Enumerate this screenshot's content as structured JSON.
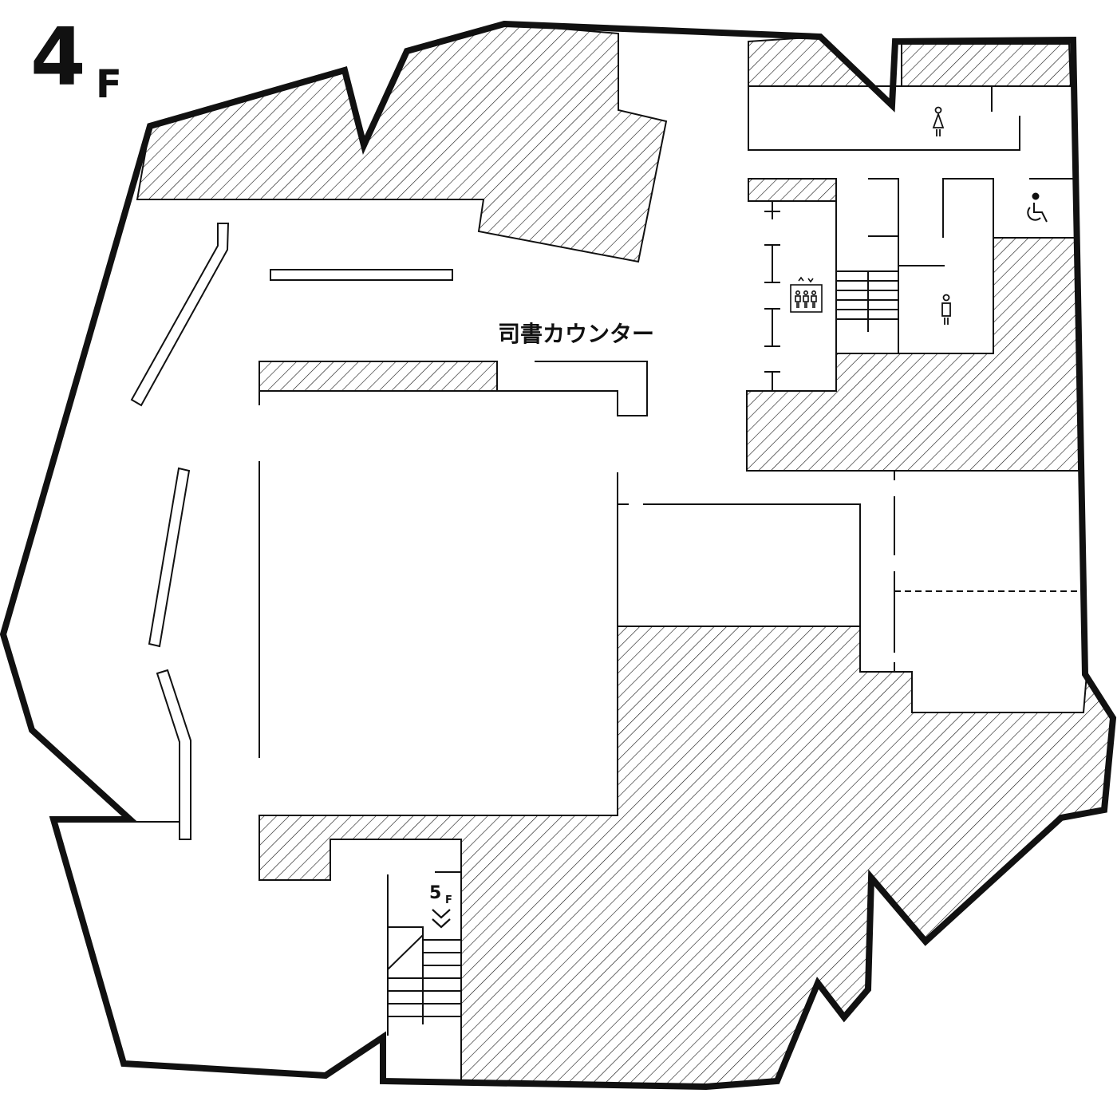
{
  "floor": {
    "number": "4",
    "suffix": "F"
  },
  "labels": {
    "librarian_counter": "司書カウンター"
  },
  "stairs": {
    "up_floor_number": "5",
    "up_floor_suffix": "F"
  },
  "icons": [
    "female-restroom-icon",
    "male-restroom-icon",
    "wheelchair-accessible-icon",
    "elevator-icon",
    "stairs-up-chevron-icon"
  ],
  "colors": {
    "line": "#111111",
    "background": "#ffffff",
    "hatch": "#111111"
  }
}
